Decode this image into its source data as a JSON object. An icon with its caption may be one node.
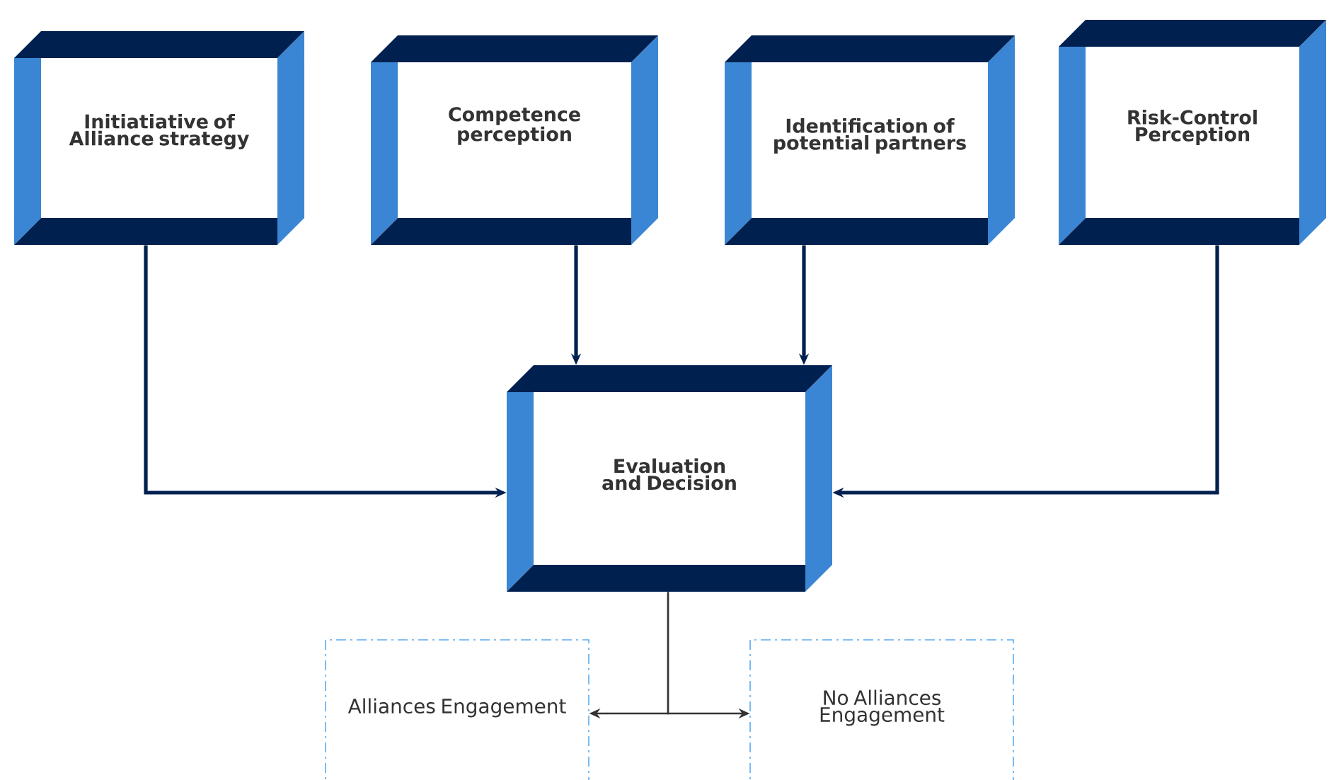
{
  "diagram": {
    "nodes": [
      {
        "text": [
          "Initiatiative of Alliance strategy"
        ]
      },
      {
        "text": [
          "Competence perception"
        ]
      },
      {
        "text": [
          "Identification of potential partners"
        ]
      },
      {
        "text": [
          "Risk-Control Perception"
        ]
      },
      {
        "text": [
          "Evaluation and Decision"
        ]
      },
      {
        "text": [
          "Alliances Engagement"
        ]
      },
      {
        "text": [
          "No Alliances Engagement"
        ]
      }
    ],
    "edges": [
      {
        "from": 0,
        "to": 4,
        "arrow": "to"
      },
      {
        "from": 1,
        "to": 4,
        "arrow": "to"
      },
      {
        "from": 2,
        "to": 4,
        "arrow": "to"
      },
      {
        "from": 3,
        "to": 4,
        "arrow": "to"
      },
      {
        "from": 4,
        "to": 5,
        "arrow": "to",
        "color": "#333333"
      },
      {
        "from": 4,
        "to": 6,
        "arrow": "to",
        "color": "#333333"
      }
    ]
  }
}
